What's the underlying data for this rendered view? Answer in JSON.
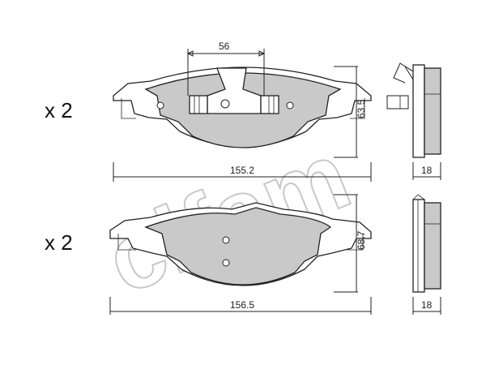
{
  "watermark": {
    "text": "cifam"
  },
  "top_pad": {
    "quantity": "x 2",
    "dims": {
      "clip_width": "56",
      "length": "155.2",
      "height": "63.5",
      "thickness": "18"
    }
  },
  "bottom_pad": {
    "quantity": "x 2",
    "dims": {
      "length": "156.5",
      "height": "68.7",
      "thickness": "18"
    }
  },
  "colors": {
    "friction": "#c9c9c9",
    "outline": "#222222",
    "watermark": "#c8c8c8"
  }
}
